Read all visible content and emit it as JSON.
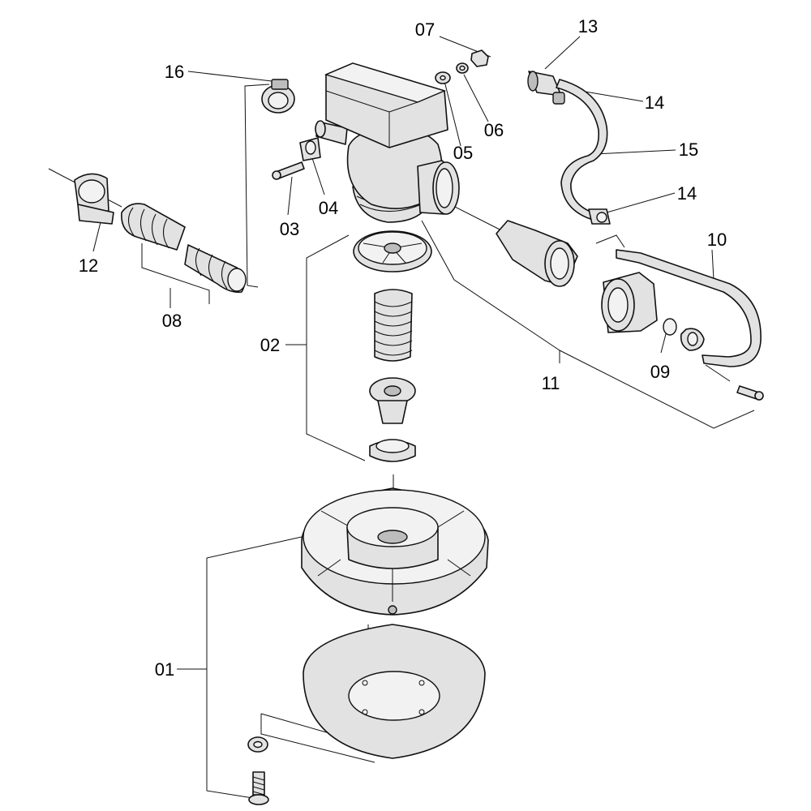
{
  "labels": {
    "p01": "01",
    "p02": "02",
    "p03": "03",
    "p04": "04",
    "p05": "05",
    "p06": "06",
    "p07": "07",
    "p08": "08",
    "p09": "09",
    "p10": "10",
    "p11": "11",
    "p12": "12",
    "p13": "13",
    "p14a": "14",
    "p14b": "14",
    "p15": "15",
    "p16": "16"
  }
}
